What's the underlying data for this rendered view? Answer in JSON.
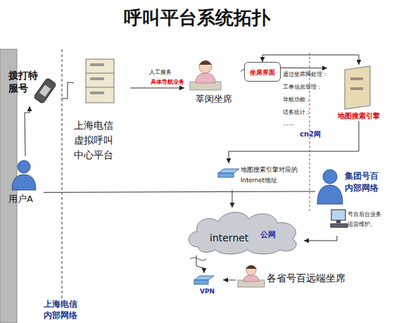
{
  "diagram": {
    "title": "呼叫平台系统拓扑",
    "nodes": [
      {
        "text": [
          "拨打特服号"
        ]
      },
      {
        "text": [
          "用户A"
        ]
      },
      {
        "text": [
          "上海电信 虚拟呼叫 中心平台"
        ]
      },
      {
        "text": [
          "莘闵坐席"
        ]
      },
      {
        "text": [
          "坐席界面"
        ]
      },
      {
        "text": [
          "地图搜索引擎"
        ]
      },
      {
        "text": [
          "地图搜索引擎对应的 Internet地址"
        ]
      },
      {
        "text": [
          "internet",
          "公网"
        ]
      },
      {
        "text": [
          "集团号百 内部网络"
        ]
      },
      {
        "text": [
          "号百后台业务 运营维护。"
        ]
      },
      {
        "text": [
          "VPN"
        ]
      },
      {
        "text": [
          "各省号百远端坐席"
        ]
      }
    ],
    "edges": [
      {
        "from": 1,
        "to": 0,
        "arrow": "to"
      },
      {
        "from": 0,
        "to": 2,
        "arrow": "none"
      },
      {
        "from": 2,
        "to": 3,
        "label": "人工服务",
        "arrow": "to"
      },
      {
        "from": 3,
        "to": 4,
        "arrow": "none"
      },
      {
        "from": 4,
        "to": 5,
        "arrow": "both"
      },
      {
        "from": 4,
        "to": 5,
        "arrow": "to"
      },
      {
        "from": 5,
        "to": 6,
        "arrow": "to"
      },
      {
        "from": 6,
        "to": 7,
        "arrow": "to"
      },
      {
        "from": 1,
        "to": 8,
        "arrow": "none"
      },
      {
        "from": 9,
        "to": 7,
        "arrow": "to"
      },
      {
        "from": 7,
        "to": 10,
        "arrow": "to"
      },
      {
        "from": 11,
        "to": 10,
        "arrow": "to"
      }
    ],
    "labels": [
      "具体导航业务",
      "通过坐席网处理：",
      "工单信息管理：",
      "导航功能：",
      "话务统计：",
      "……",
      "cn2网",
      "上海电信 内部网络"
    ]
  }
}
